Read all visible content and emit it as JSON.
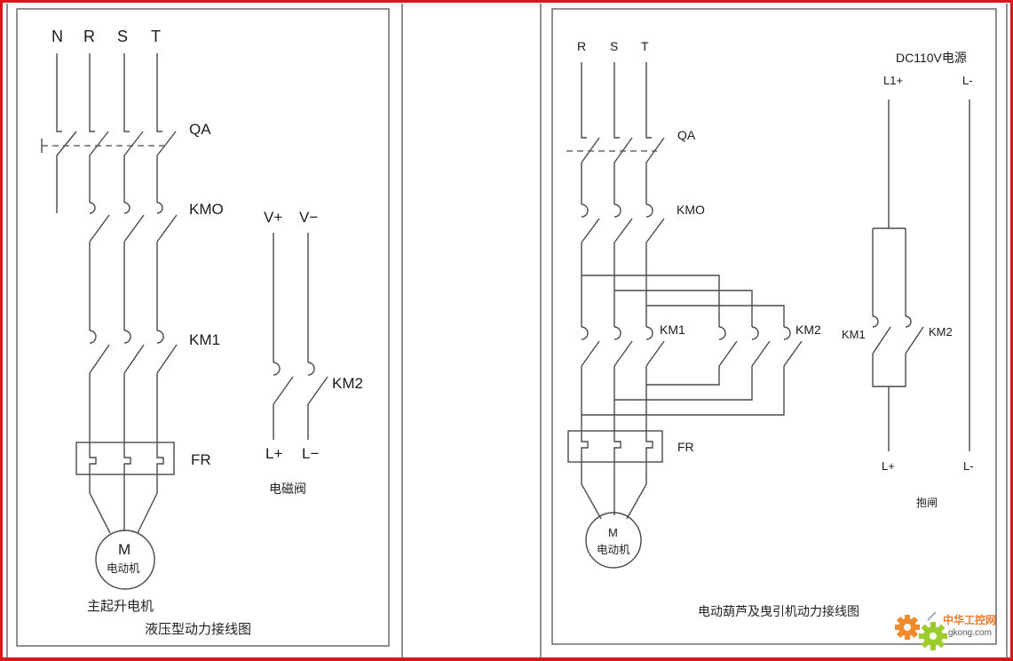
{
  "left_diagram": {
    "title": "液压型动力接线图",
    "phases": [
      "N",
      "R",
      "S",
      "T"
    ],
    "breaker_label": "QA",
    "contactor_main_label": "KMO",
    "contactor_1_label": "KM1",
    "overload_label": "FR",
    "motor_symbol": "M",
    "motor_text": "电动机",
    "motor_caption": "主起升电机",
    "valve": {
      "supply_pos": "V+",
      "supply_neg": "V−",
      "contactor_label": "KM2",
      "load_pos": "L+",
      "load_neg": "L−",
      "caption": "电磁阀"
    }
  },
  "right_diagram": {
    "title": "电动葫芦及曳引机动力接线图",
    "phases": [
      "R",
      "S",
      "T"
    ],
    "breaker_label": "QA",
    "contactor_main_label": "KMO",
    "contactor_1_label": "KM1",
    "contactor_2_label": "KM2",
    "overload_label": "FR",
    "motor_symbol": "M",
    "motor_text": "电动机",
    "brake": {
      "source_label": "DC110V电源",
      "supply_pos": "L1+",
      "supply_neg": "L-",
      "contactor_1_label": "KM1",
      "contactor_2_label": "KM2",
      "load_pos": "L+",
      "load_neg": "L-",
      "caption": "抱闸"
    }
  },
  "watermark": {
    "cn_text": "中华工控网",
    "domain_text": "gkong.com",
    "gear_colors": [
      "#f08a2c",
      "#9ccc2c"
    ]
  },
  "colors": {
    "frame_border": "#d9161c",
    "line": "#4a4a4a"
  }
}
